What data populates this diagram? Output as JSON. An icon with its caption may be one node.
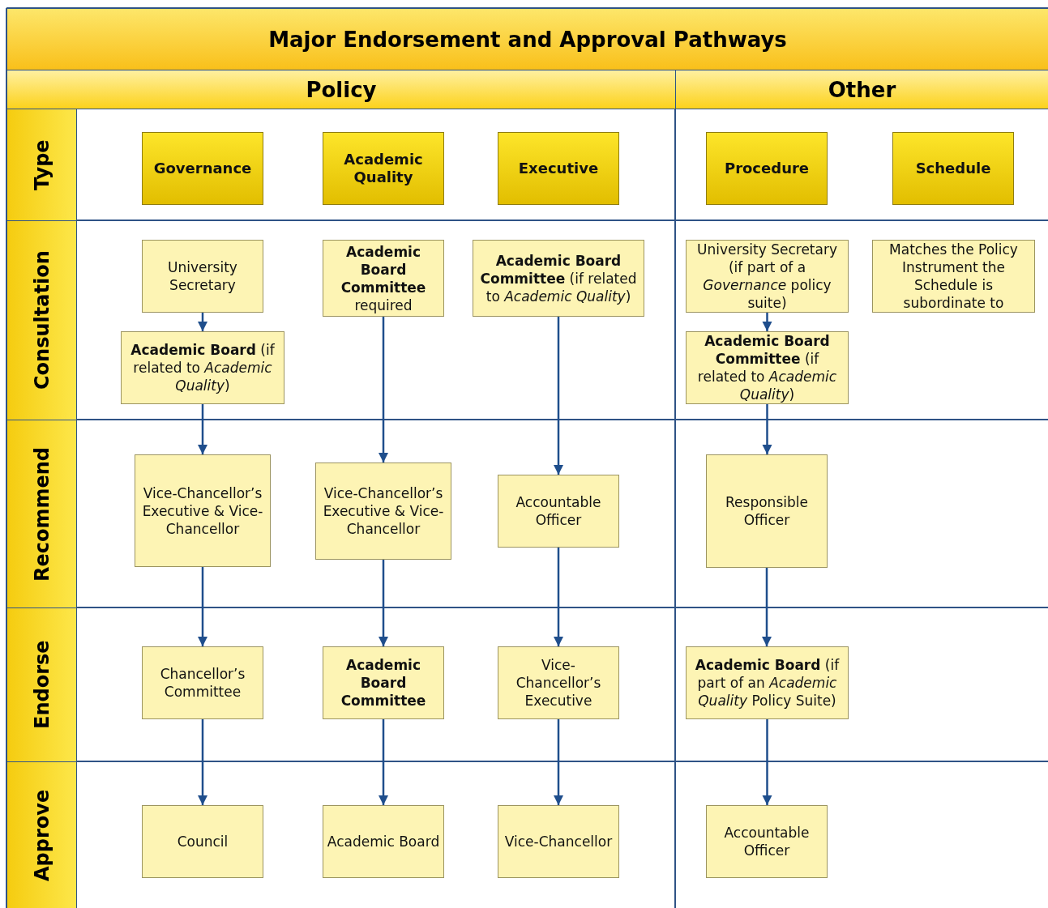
{
  "diagram": {
    "title": "Major Endorsement and Approval Pathways",
    "nodes": [
      {
        "text": [
          "Policy"
        ]
      },
      {
        "text": [
          "Other"
        ]
      },
      {
        "text": [
          "Type"
        ]
      },
      {
        "text": [
          "Consultation"
        ]
      },
      {
        "text": [
          "Recommend"
        ]
      },
      {
        "text": [
          "Endorse"
        ]
      },
      {
        "text": [
          "Approve"
        ]
      },
      {
        "text": [
          "Governance"
        ]
      },
      {
        "text": [
          "Academic Quality"
        ]
      },
      {
        "text": [
          "Executive"
        ]
      },
      {
        "text": [
          "Procedure"
        ]
      },
      {
        "text": [
          "Schedule"
        ]
      },
      {
        "text": [
          "University Secretary"
        ]
      },
      {
        "text": [
          "**Academic Board Committee** required"
        ]
      },
      {
        "text": [
          "**Academic Board Committee** (if related to *Academic Quality*)"
        ]
      },
      {
        "text": [
          "University Secretary (if part of a *Governance* policy suite)"
        ]
      },
      {
        "text": [
          "Matches the Policy Instrument the Schedule is subordinate to"
        ]
      },
      {
        "text": [
          "**Academic Board** (if related to *Academic Quality*)"
        ]
      },
      {
        "text": [
          "**Academic Board Committee** (if related to *Academic Quality*)"
        ]
      },
      {
        "text": [
          "Vice-Chancellor’s Executive & Vice-Chancellor"
        ]
      },
      {
        "text": [
          "Vice-Chancellor’s Executive & Vice-Chancellor"
        ]
      },
      {
        "text": [
          "Accountable Officer"
        ]
      },
      {
        "text": [
          "Responsible Officer"
        ]
      },
      {
        "text": [
          "Chancellor’s Committee"
        ]
      },
      {
        "text": [
          "**Academic Board Committee**"
        ]
      },
      {
        "text": [
          "Vice-Chancellor’s Executive"
        ]
      },
      {
        "text": [
          "**Academic Board** (if part of an *Academic Quality* Policy Suite)"
        ]
      },
      {
        "text": [
          "Council"
        ]
      },
      {
        "text": [
          "Academic Board"
        ]
      },
      {
        "text": [
          "Vice-Chancellor"
        ]
      },
      {
        "text": [
          "Accountable Officer"
        ]
      }
    ],
    "edges": [
      {
        "from": 12,
        "to": 17,
        "arrow": "to"
      },
      {
        "from": 17,
        "to": 19,
        "arrow": "to"
      },
      {
        "from": 19,
        "to": 23,
        "arrow": "to"
      },
      {
        "from": 23,
        "to": 27,
        "arrow": "to"
      },
      {
        "from": 13,
        "to": 20,
        "arrow": "to"
      },
      {
        "from": 20,
        "to": 24,
        "arrow": "to"
      },
      {
        "from": 24,
        "to": 28,
        "arrow": "to"
      },
      {
        "from": 14,
        "to": 21,
        "arrow": "to"
      },
      {
        "from": 21,
        "to": 25,
        "arrow": "to"
      },
      {
        "from": 25,
        "to": 29,
        "arrow": "to"
      },
      {
        "from": 15,
        "to": 18,
        "arrow": "to"
      },
      {
        "from": 18,
        "to": 22,
        "arrow": "to"
      },
      {
        "from": 22,
        "to": 26,
        "arrow": "to"
      },
      {
        "from": 26,
        "to": 30,
        "arrow": "to"
      }
    ]
  }
}
